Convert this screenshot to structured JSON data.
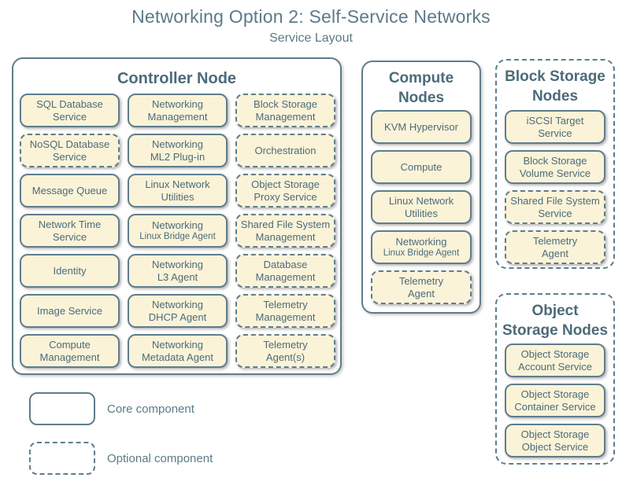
{
  "title": "Networking Option 2: Self-Service Networks",
  "subtitle": "Service Layout",
  "colors": {
    "accent_text": "#5c7a88",
    "box_fill": "#fbf3d8",
    "box_border": "#5f7d8c",
    "box_text": "#4c6b79"
  },
  "legend": {
    "core_label": "Core component",
    "optional_label": "Optional component"
  },
  "nodes": {
    "controller": {
      "title": "Controller Node",
      "items": [
        {
          "label": "SQL Database\nService",
          "style": "core"
        },
        {
          "label": "Networking\nManagement",
          "style": "core"
        },
        {
          "label": "Block Storage\nManagement",
          "style": "optional"
        },
        {
          "label": "NoSQL Database\nService",
          "style": "optional"
        },
        {
          "label": "Networking\nML2 Plug-in",
          "style": "core"
        },
        {
          "label": "Orchestration",
          "style": "optional"
        },
        {
          "label": "Message Queue",
          "style": "core"
        },
        {
          "label": "Linux Network\nUtilities",
          "style": "core"
        },
        {
          "label": "Object Storage\nProxy Service",
          "style": "optional"
        },
        {
          "label": "Network Time\nService",
          "style": "core"
        },
        {
          "label": "Networking",
          "sub": "Linux Bridge Agent",
          "style": "core"
        },
        {
          "label": "Shared File System\nManagement",
          "style": "optional"
        },
        {
          "label": "Identity",
          "style": "core"
        },
        {
          "label": "Networking\nL3 Agent",
          "style": "core"
        },
        {
          "label": "Database\nManagement",
          "style": "optional"
        },
        {
          "label": "Image Service",
          "style": "core"
        },
        {
          "label": "Networking\nDHCP Agent",
          "style": "core"
        },
        {
          "label": "Telemetry\nManagement",
          "style": "optional"
        },
        {
          "label": "Compute\nManagement",
          "style": "core"
        },
        {
          "label": "Networking\nMetadata Agent",
          "style": "core"
        },
        {
          "label": "Telemetry\nAgent(s)",
          "style": "optional"
        }
      ]
    },
    "compute": {
      "title": "Compute\nNodes",
      "items": [
        {
          "label": "KVM Hypervisor",
          "style": "core"
        },
        {
          "label": "Compute",
          "style": "core"
        },
        {
          "label": "Linux Network\nUtilities",
          "style": "core"
        },
        {
          "label": "Networking",
          "sub": "Linux Bridge Agent",
          "style": "core"
        },
        {
          "label": "Telemetry\nAgent",
          "style": "optional"
        }
      ]
    },
    "block_storage": {
      "title": "Block Storage\nNodes",
      "items": [
        {
          "label": "iSCSI Target\nService",
          "style": "core"
        },
        {
          "label": "Block Storage\nVolume Service",
          "style": "core"
        },
        {
          "label": "Shared File System\nService",
          "style": "optional"
        },
        {
          "label": "Telemetry\nAgent",
          "style": "optional"
        }
      ]
    },
    "object_storage": {
      "title": "Object\nStorage Nodes",
      "items": [
        {
          "label": "Object Storage\nAccount Service",
          "style": "core"
        },
        {
          "label": "Object Storage\nContainer Service",
          "style": "core"
        },
        {
          "label": "Object Storage\nObject Service",
          "style": "core"
        }
      ]
    }
  }
}
